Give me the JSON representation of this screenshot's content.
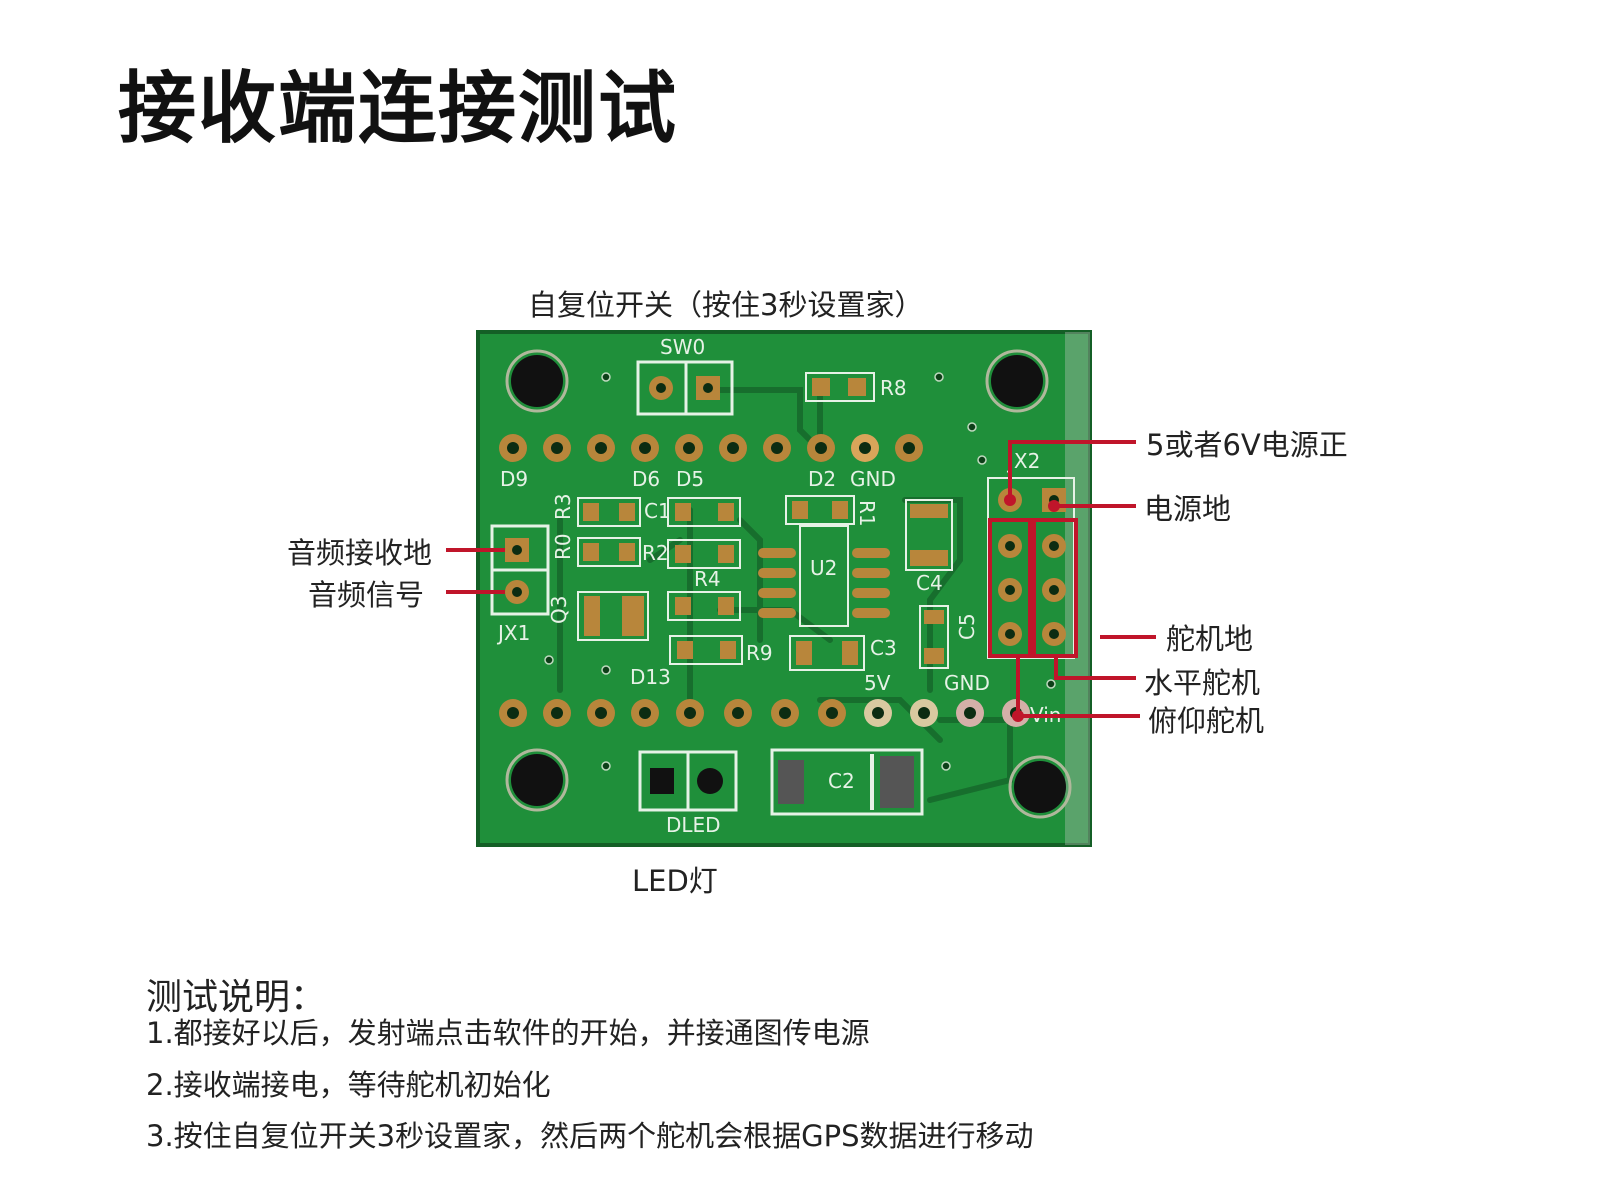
{
  "title": "接收端连接测试",
  "board_labels": {
    "switch": "自复位开关（按住3秒设置家）",
    "led": "LED灯",
    "power_pos": "5或者6V电源正",
    "power_gnd": "电源地",
    "audio_gnd": "音频接收地",
    "audio_signal": "音频信号",
    "servo_gnd": "舵机地",
    "servo_horizontal": "水平舵机",
    "servo_tilt": "俯仰舵机"
  },
  "silkscreen": {
    "sw0": "SW0",
    "r8": "R8",
    "d9": "D9",
    "d6": "D6",
    "d5": "D5",
    "d2": "D2",
    "gnd_top": "GND",
    "r3": "R3",
    "c1": "C1",
    "r0": "R0",
    "r2": "R2",
    "r4": "R4",
    "u2": "U2",
    "c4": "C4",
    "c5": "C5",
    "q3": "Q3",
    "jx1": "JX1",
    "jx2": "JX2",
    "r9": "R9",
    "c3": "C3",
    "d13": "D13",
    "v5": "5V",
    "gnd_bottom": "GND",
    "vin": "Vin",
    "c2": "C2",
    "dled": "DLED",
    "r1": "R1"
  },
  "notes": {
    "heading": "测试说明：",
    "items": [
      "1.都接好以后，发射端点击软件的开始，并接通图传电源",
      "2.接收端接电，等待舵机初始化",
      "3.按住自复位开关3秒设置家，然后两个舵机会根据GPS数据进行移动"
    ]
  },
  "colors": {
    "pcb": "#1f8f3a",
    "pcb_dark": "#136b29",
    "silk": "#e6f2e6",
    "pad": "#b8863b",
    "leader": "#c0152a"
  }
}
